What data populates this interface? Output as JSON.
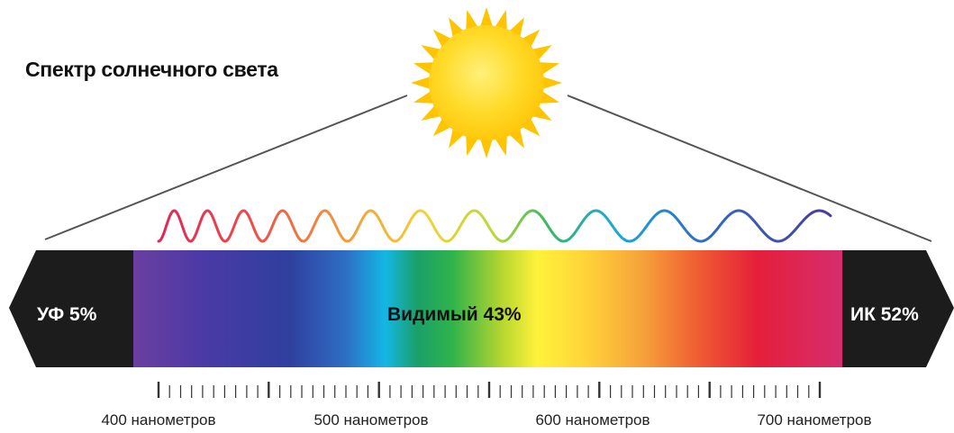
{
  "title": "Спектр солнечного света",
  "regions": {
    "uv": "УФ 5%",
    "visible": "Видимый 43%",
    "ir": "ИК 52%"
  },
  "wavelength_labels": [
    "400 нанометров",
    "500 нанометров",
    "600 нанометров",
    "700 нанометров"
  ],
  "colors": {
    "sun": "#ffd21a",
    "sun_rays": "#ffc400",
    "band_dark": "#1c1c1c",
    "text": "#111111"
  }
}
